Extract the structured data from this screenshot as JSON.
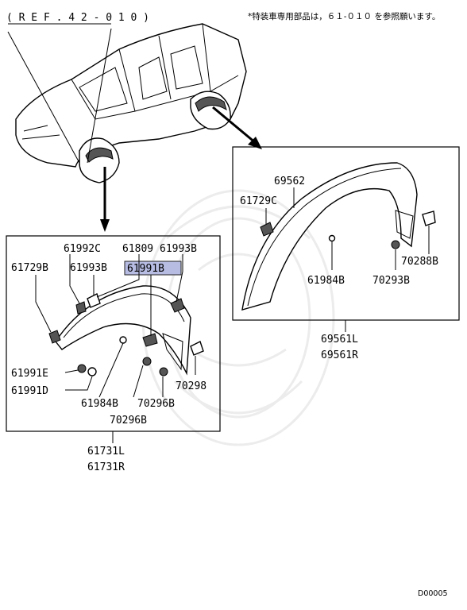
{
  "ref_label": "( R E F . 4 2 - 0 1 0 )",
  "note": "*特装車専用部品は，６１-０１０ を参照願います。",
  "footer_code": "D00005",
  "colors": {
    "highlight": "#b7bce3",
    "line": "#000000",
    "watermark": "#ececec"
  },
  "left_group": {
    "callouts": {
      "c61992C": "61992C",
      "c61809": "61809",
      "c61993B_top": "61993B",
      "c61729B": "61729B",
      "c61993B_mid": "61993B",
      "c61991B": "61991B",
      "c61991E": "61991E",
      "c61991D": "61991D",
      "c61984B": "61984B",
      "c70296B_a": "70296B",
      "c70296B_b": "70296B",
      "c70298": "70298"
    },
    "assembly_labels": [
      "61731L",
      "61731R"
    ]
  },
  "right_group": {
    "callouts": {
      "c69562": "69562",
      "c61729C": "61729C",
      "c61984B": "61984B",
      "c70293B": "70293B",
      "c70288B": "70288B"
    },
    "assembly_labels": [
      "69561L",
      "69561R"
    ]
  }
}
